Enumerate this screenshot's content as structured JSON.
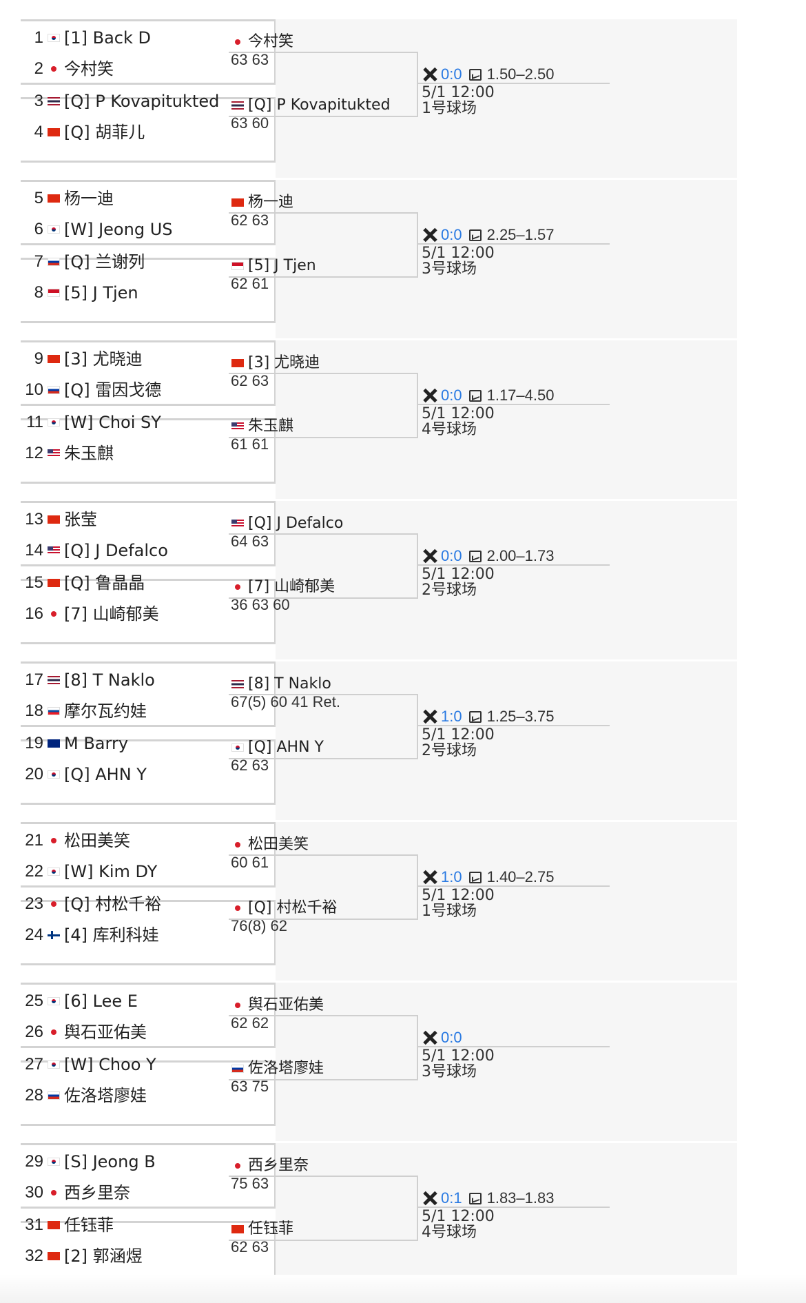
{
  "header": {
    "title": "分区"
  },
  "rows": [
    {
      "players": [
        {
          "seed": "1",
          "flag": "kr",
          "name": "[1] Back D"
        },
        {
          "seed": "2",
          "flag": "jp",
          "name": "今村笑"
        },
        {
          "seed": "3",
          "flag": "th",
          "name": "[Q] P Kovapitukted"
        },
        {
          "seed": "4",
          "flag": "cn",
          "name": "[Q] 胡菲儿"
        }
      ],
      "matches": [
        {
          "flag": "jp",
          "name": "今村笑",
          "score": "63 63"
        },
        {
          "flag": "th",
          "name": "[Q] P Kovapitukted",
          "score": "63 60"
        }
      ],
      "info": {
        "h2h": "0:0",
        "odds": "1.50–2.50",
        "time": "5/1 12:00",
        "court": "1号球场"
      }
    },
    {
      "players": [
        {
          "seed": "5",
          "flag": "cn",
          "name": "杨一迪"
        },
        {
          "seed": "6",
          "flag": "kr",
          "name": "[W] Jeong US"
        },
        {
          "seed": "7",
          "flag": "ru",
          "name": "[Q] 兰谢列"
        },
        {
          "seed": "8",
          "flag": "id",
          "name": "[5] J Tjen"
        }
      ],
      "matches": [
        {
          "flag": "cn",
          "name": "杨一迪",
          "score": "62 63"
        },
        {
          "flag": "id",
          "name": "[5] J Tjen",
          "score": "62 61"
        }
      ],
      "info": {
        "h2h": "0:0",
        "odds": "2.25–1.57",
        "time": "5/1 12:00",
        "court": "3号球场"
      }
    },
    {
      "players": [
        {
          "seed": "9",
          "flag": "cn",
          "name": "[3] 尤晓迪"
        },
        {
          "seed": "10",
          "flag": "ru",
          "name": "[Q] 雷因戈德"
        },
        {
          "seed": "11",
          "flag": "kr",
          "name": "[W] Choi SY"
        },
        {
          "seed": "12",
          "flag": "us",
          "name": "朱玉麒"
        }
      ],
      "matches": [
        {
          "flag": "cn",
          "name": "[3] 尤晓迪",
          "score": "62 63"
        },
        {
          "flag": "us",
          "name": "朱玉麒",
          "score": "61 61"
        }
      ],
      "info": {
        "h2h": "0:0",
        "odds": "1.17–4.50",
        "time": "5/1 12:00",
        "court": "4号球场"
      }
    },
    {
      "players": [
        {
          "seed": "13",
          "flag": "cn",
          "name": "张莹"
        },
        {
          "seed": "14",
          "flag": "us",
          "name": "[Q] J Defalco"
        },
        {
          "seed": "15",
          "flag": "cn",
          "name": "[Q] 鲁晶晶"
        },
        {
          "seed": "16",
          "flag": "jp",
          "name": "[7] 山崎郁美"
        }
      ],
      "matches": [
        {
          "flag": "us",
          "name": "[Q] J Defalco",
          "score": "64 63"
        },
        {
          "flag": "jp",
          "name": "[7] 山崎郁美",
          "score": "36 63 60"
        }
      ],
      "info": {
        "h2h": "0:0",
        "odds": "2.00–1.73",
        "time": "5/1 12:00",
        "court": "2号球场"
      }
    },
    {
      "players": [
        {
          "seed": "17",
          "flag": "th",
          "name": "[8] T Naklo"
        },
        {
          "seed": "18",
          "flag": "sk",
          "name": "摩尔瓦约娃"
        },
        {
          "seed": "19",
          "flag": "au",
          "name": "M Barry"
        },
        {
          "seed": "20",
          "flag": "kr",
          "name": "[Q] AHN Y"
        }
      ],
      "matches": [
        {
          "flag": "th",
          "name": "[8] T Naklo",
          "score": "67(5) 60 41 Ret."
        },
        {
          "flag": "kr",
          "name": "[Q] AHN Y",
          "score": "62 63"
        }
      ],
      "info": {
        "h2h": "1:0",
        "odds": "1.25–3.75",
        "time": "5/1 12:00",
        "court": "2号球场"
      }
    },
    {
      "players": [
        {
          "seed": "21",
          "flag": "jp",
          "name": "松田美笑"
        },
        {
          "seed": "22",
          "flag": "kr",
          "name": "[W] Kim DY"
        },
        {
          "seed": "23",
          "flag": "jp",
          "name": "[Q] 村松千裕"
        },
        {
          "seed": "24",
          "flag": "fi",
          "name": "[4] 库利科娃"
        }
      ],
      "matches": [
        {
          "flag": "jp",
          "name": "松田美笑",
          "score": "60 61"
        },
        {
          "flag": "jp",
          "name": "[Q] 村松千裕",
          "score": "76(8) 62"
        }
      ],
      "info": {
        "h2h": "1:0",
        "odds": "1.40–2.75",
        "time": "5/1 12:00",
        "court": "1号球场"
      }
    },
    {
      "players": [
        {
          "seed": "25",
          "flag": "kr",
          "name": "[6] Lee E"
        },
        {
          "seed": "26",
          "flag": "jp",
          "name": "舆石亚佑美"
        },
        {
          "seed": "27",
          "flag": "kr",
          "name": "[W] Choo Y"
        },
        {
          "seed": "28",
          "flag": "ru",
          "name": "佐洛塔廖娃"
        }
      ],
      "matches": [
        {
          "flag": "jp",
          "name": "舆石亚佑美",
          "score": "62 62"
        },
        {
          "flag": "ru",
          "name": "佐洛塔廖娃",
          "score": "63 75"
        }
      ],
      "info": {
        "h2h": "0:0",
        "odds": "",
        "time": "5/1 12:00",
        "court": "3号球场"
      }
    },
    {
      "players": [
        {
          "seed": "29",
          "flag": "kr",
          "name": "[S] Jeong B"
        },
        {
          "seed": "30",
          "flag": "jp",
          "name": "西乡里奈"
        },
        {
          "seed": "31",
          "flag": "cn",
          "name": "任钰菲"
        },
        {
          "seed": "32",
          "flag": "cn",
          "name": "[2] 郭涵煜"
        }
      ],
      "matches": [
        {
          "flag": "jp",
          "name": "西乡里奈",
          "score": "75 63"
        },
        {
          "flag": "cn",
          "name": "任钰菲",
          "score": "62 63"
        }
      ],
      "info": {
        "h2h": "0:1",
        "odds": "1.83–1.83",
        "time": "5/1 12:00",
        "court": "4号球场"
      }
    }
  ]
}
